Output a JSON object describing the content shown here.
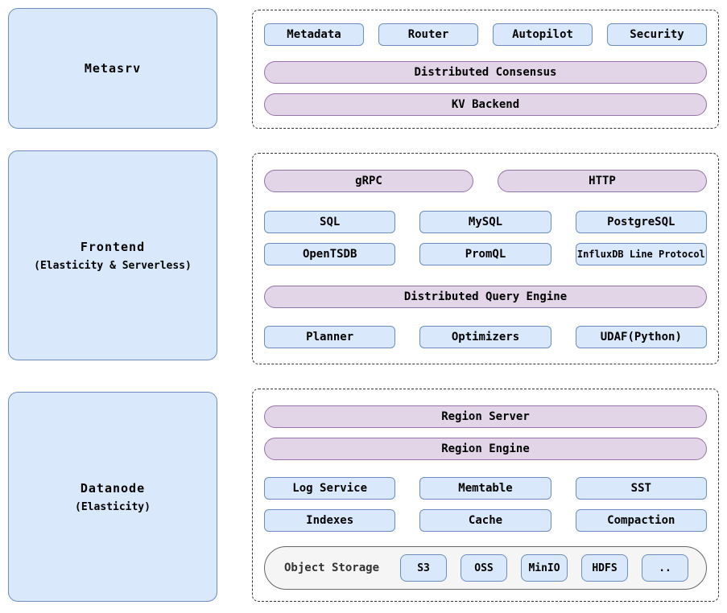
{
  "colors": {
    "blue_fill": "#dae8fc",
    "blue_border": "#6c8ebf",
    "purple_fill": "#e1d5e7",
    "purple_border": "#9673a6",
    "storage_fill": "#f5f5f5",
    "storage_border": "#666666",
    "dashed_border": "#333333"
  },
  "metasrv": {
    "title": "Metasrv",
    "boxes": [
      "Metadata",
      "Router",
      "Autopilot",
      "Security"
    ],
    "pills": [
      "Distributed Consensus",
      "KV Backend"
    ]
  },
  "frontend": {
    "title": "Frontend",
    "subtitle": "(Elasticity & Serverless)",
    "pills_top": [
      "gRPC",
      "HTTP"
    ],
    "protocols_row1": [
      "SQL",
      "MySQL",
      "PostgreSQL"
    ],
    "protocols_row2": [
      "OpenTSDB",
      "PromQL",
      "InfluxDB Line Protocol"
    ],
    "engine_pill": "Distributed Query Engine",
    "engine_boxes": [
      "Planner",
      "Optimizers",
      "UDAF(Python)"
    ]
  },
  "datanode": {
    "title": "Datanode",
    "subtitle": "(Elasticity)",
    "pills": [
      "Region Server",
      "Region Engine"
    ],
    "boxes_row1": [
      "Log Service",
      "Memtable",
      "SST"
    ],
    "boxes_row2": [
      "Indexes",
      "Cache",
      "Compaction"
    ],
    "object_storage": {
      "label": "Object Storage",
      "backends": [
        "S3",
        "OSS",
        "MinIO",
        "HDFS",
        ".."
      ]
    }
  }
}
